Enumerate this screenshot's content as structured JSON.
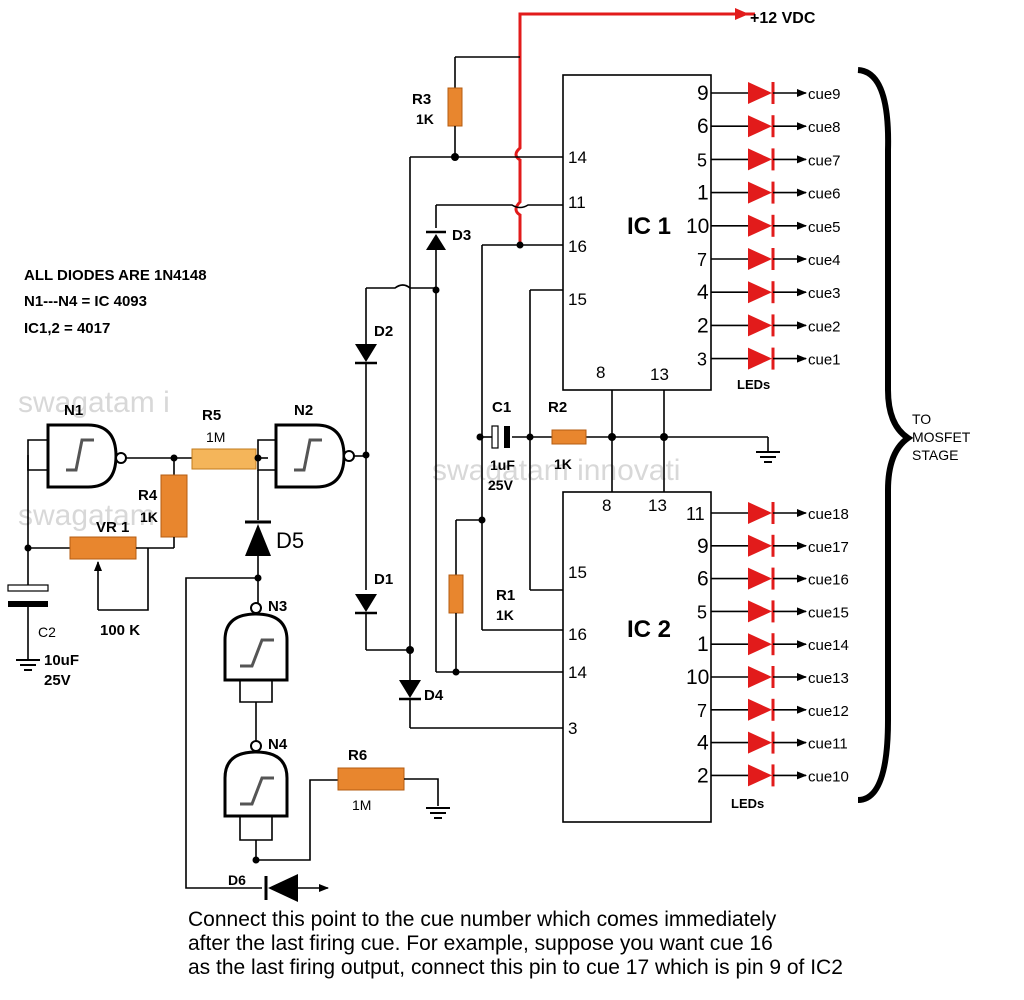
{
  "supply": "+12 VDC",
  "notes": [
    "ALL DIODES ARE 1N4148",
    "N1---N4 = IC 4093",
    "IC1,2 = 4017"
  ],
  "watermark": [
    "swagatam innovati",
    "swagatam i",
    "swagatam i"
  ],
  "ics": {
    "ic1": {
      "name": "IC 1",
      "left_pins": [
        "14",
        "11",
        "16",
        "15"
      ],
      "bottom_pins": [
        "8",
        "13"
      ],
      "out_pins": [
        "9",
        "6",
        "5",
        "1",
        "10",
        "7",
        "4",
        "2",
        "3"
      ],
      "cues": [
        "cue9",
        "cue8",
        "cue7",
        "cue6",
        "cue5",
        "cue4",
        "cue3",
        "cue2",
        "cue1"
      ],
      "led_label": "LEDs"
    },
    "ic2": {
      "name": "IC 2",
      "left_pins": [
        "15",
        "16",
        "14",
        "3"
      ],
      "top_pins": [
        "8",
        "13"
      ],
      "out_pins": [
        "11",
        "9",
        "6",
        "5",
        "1",
        "10",
        "7",
        "4",
        "2"
      ],
      "cues": [
        "cue18",
        "cue17",
        "cue16",
        "cue15",
        "cue14",
        "cue13",
        "cue12",
        "cue11",
        "cue10"
      ],
      "led_label": "LEDs"
    }
  },
  "gates": [
    "N1",
    "N2",
    "N3",
    "N4"
  ],
  "resistors": {
    "r1": {
      "name": "R1",
      "value": "1K"
    },
    "r2": {
      "name": "R2",
      "value": "1K"
    },
    "r3": {
      "name": "R3",
      "value": "1K"
    },
    "r4": {
      "name": "R4",
      "value": "1K"
    },
    "r5": {
      "name": "R5",
      "value": "1M"
    },
    "r6": {
      "name": "R6",
      "value": "1M"
    },
    "vr1": {
      "name": "VR 1",
      "value": "100 K"
    }
  },
  "capacitors": {
    "c1": {
      "name": "C1",
      "value": "1uF",
      "voltage": "25V"
    },
    "c2": {
      "name": "C2",
      "value": "10uF",
      "voltage": "25V"
    }
  },
  "diodes": [
    "D1",
    "D2",
    "D3",
    "D4",
    "D5",
    "D6"
  ],
  "to_stage": [
    "TO",
    "MOSFET",
    "STAGE"
  ],
  "connect_note": [
    "Connect this point to the cue number which comes immediately",
    "after the last firing cue. For example, suppose you want cue 16",
    "as the last firing output, connect this pin to cue 17 which is pin 9 of IC2"
  ],
  "colors": {
    "supply_wire": "#e21b1b",
    "led": "#e21b1b",
    "resistor": "#e8862e",
    "resistor_light": "#f4b55a",
    "ic_body": "#ffffff"
  }
}
